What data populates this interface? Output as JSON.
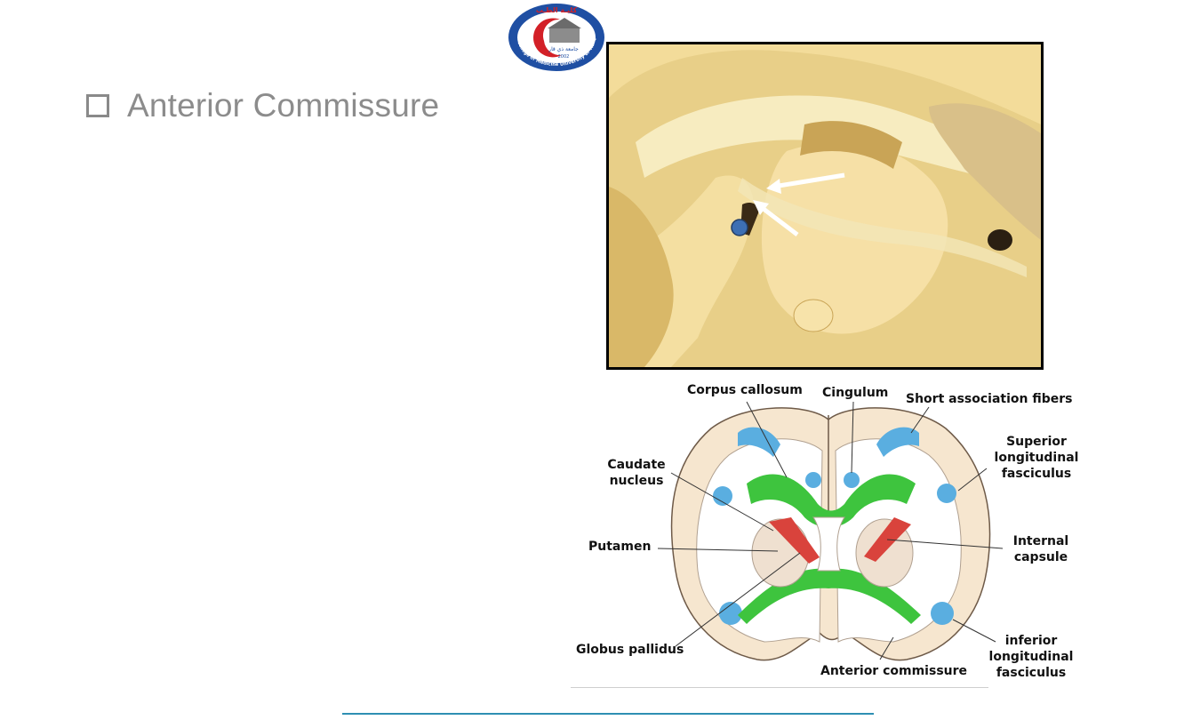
{
  "slide": {
    "bullet_text": "Anterior Commissure"
  },
  "logo": {
    "text_top": "كليـة الطـب",
    "text_ring": "College of Medicine University of Thi-Qar",
    "text_center": "جامعة ذي قار",
    "year": "2002",
    "colors": {
      "ring": "#1f4fa3",
      "accent": "#d32027"
    }
  },
  "photo": {
    "colors": {
      "tissue": "#f0d68e",
      "fibers": "#f7ecc0",
      "shadow": "#b8913f",
      "marker": "#3d6fb3"
    }
  },
  "diagram": {
    "labels": {
      "corpus_callosum": "Corpus callosum",
      "cingulum": "Cingulum",
      "short_association_fibers": "Short association fibers",
      "superior_longitudinal_fasciculus": [
        "Superior",
        "longitudinal",
        "fasciculus"
      ],
      "caudate_nucleus": [
        "Caudate",
        "nucleus"
      ],
      "putamen": "Putamen",
      "internal_capsule": [
        "Internal",
        "capsule"
      ],
      "globus_pallidus": "Globus pallidus",
      "anterior_commissure": "Anterior commissure",
      "inferior_longitudinal_fasciculus": [
        "inferior",
        "longitudinal",
        "fasciculus"
      ]
    },
    "colors": {
      "cortex": "#f6e6cf",
      "commissure_green": "#3ec43e",
      "association_blue": "#5aaee0",
      "capsule_red": "#d9433c"
    }
  },
  "footer": {
    "line_color": "#2e8fb3"
  }
}
